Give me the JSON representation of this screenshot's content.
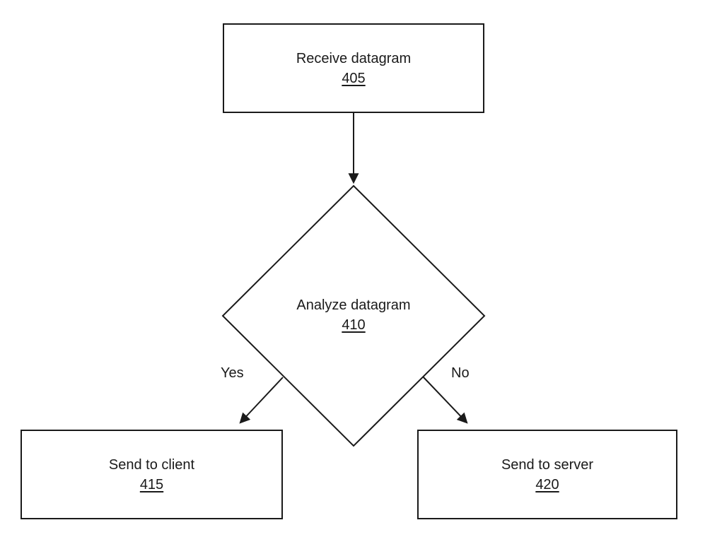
{
  "diagram": {
    "type": "flowchart",
    "nodes": {
      "receive": {
        "label": "Receive datagram",
        "ref": "405",
        "shape": "rectangle"
      },
      "analyze": {
        "label": "Analyze datagram",
        "ref": "410",
        "shape": "diamond"
      },
      "client": {
        "label": "Send to client",
        "ref": "415",
        "shape": "rectangle"
      },
      "server": {
        "label": "Send to server",
        "ref": "420",
        "shape": "rectangle"
      }
    },
    "edges": {
      "receive_to_analyze": {
        "label": ""
      },
      "analyze_to_client": {
        "label": "Yes"
      },
      "analyze_to_server": {
        "label": "No"
      }
    },
    "colors": {
      "line": "#1a1a1a",
      "background": "#ffffff"
    }
  }
}
